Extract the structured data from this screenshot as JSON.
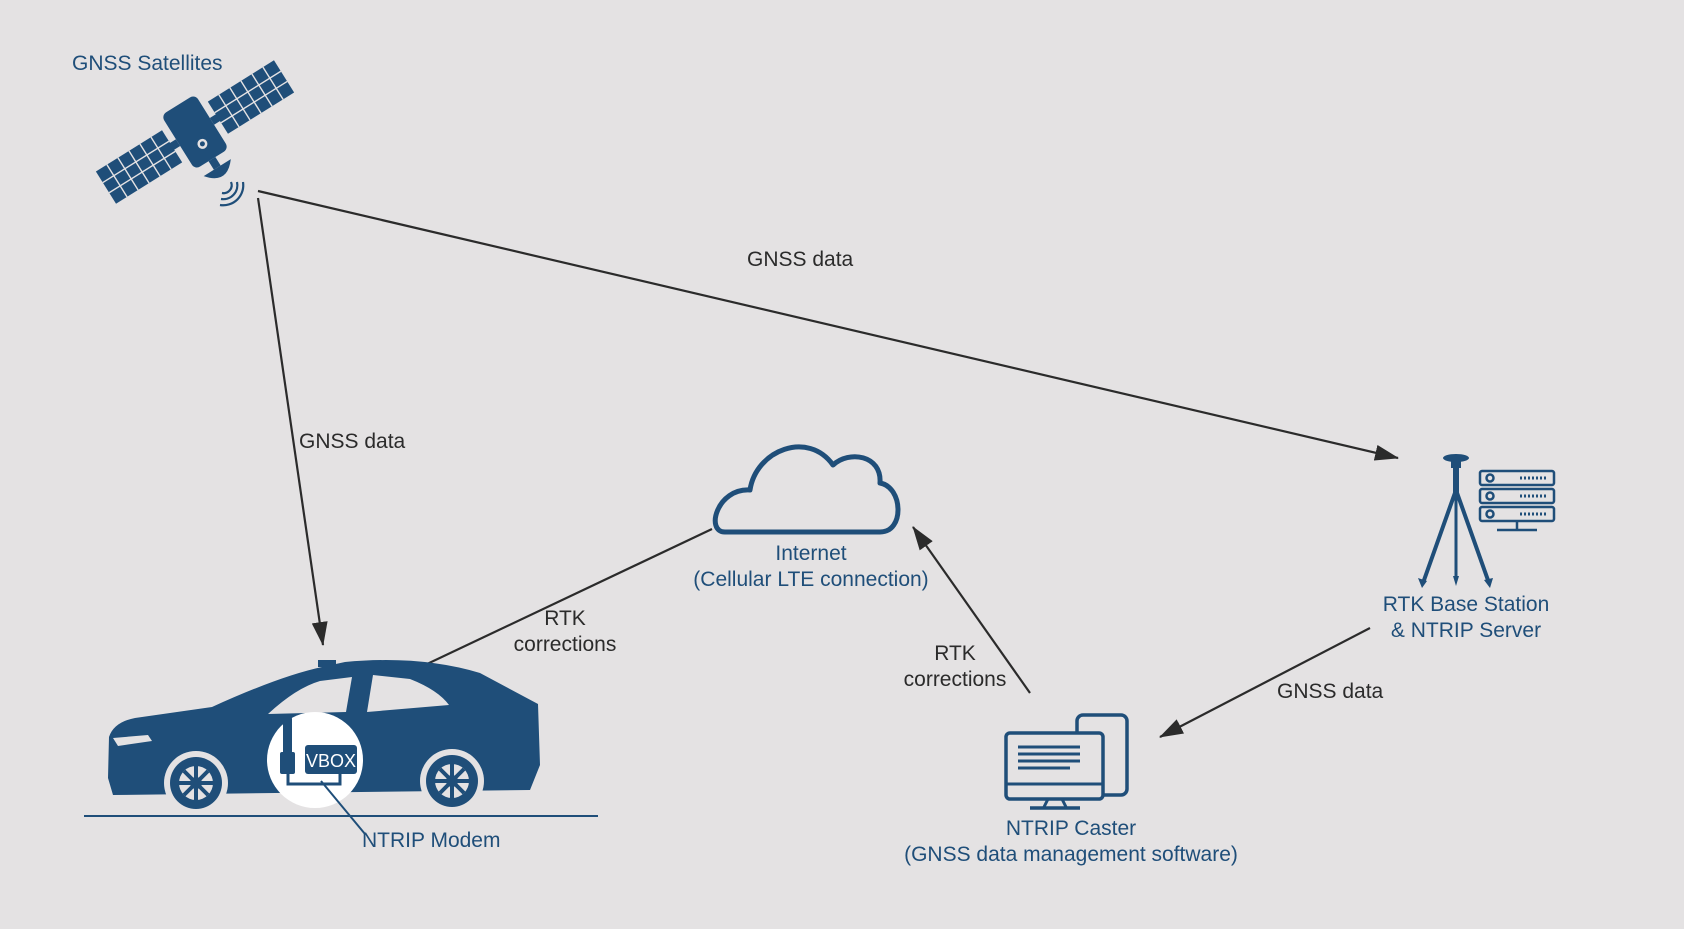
{
  "colors": {
    "background": "#e4e2e3",
    "brand_blue": "#1f4e79",
    "arrow": "#2b2b2b"
  },
  "nodes": {
    "satellites": {
      "label": "GNSS Satellites",
      "icon": "satellite-icon"
    },
    "internet": {
      "label": "Internet",
      "sublabel": "(Cellular LTE connection)",
      "icon": "cloud-icon"
    },
    "base_station": {
      "label": "RTK Base Station",
      "sublabel": "& NTRIP Server",
      "icon": "tripod-antenna-icon"
    },
    "caster": {
      "label": "NTRIP Caster",
      "sublabel": "(GNSS data management software)",
      "icon": "computer-monitor-icon"
    },
    "vehicle": {
      "label": "NTRIP Modem",
      "badge": "VBOX",
      "icon": "car-icon"
    }
  },
  "edges": {
    "sat_to_base": {
      "label": "GNSS data"
    },
    "sat_to_car": {
      "label": "GNSS data"
    },
    "base_to_caster": {
      "label": "GNSS data"
    },
    "caster_to_internet": {
      "label_line1": "RTK",
      "label_line2": "corrections"
    },
    "internet_to_car": {
      "label_line1": "RTK",
      "label_line2": "corrections"
    }
  }
}
